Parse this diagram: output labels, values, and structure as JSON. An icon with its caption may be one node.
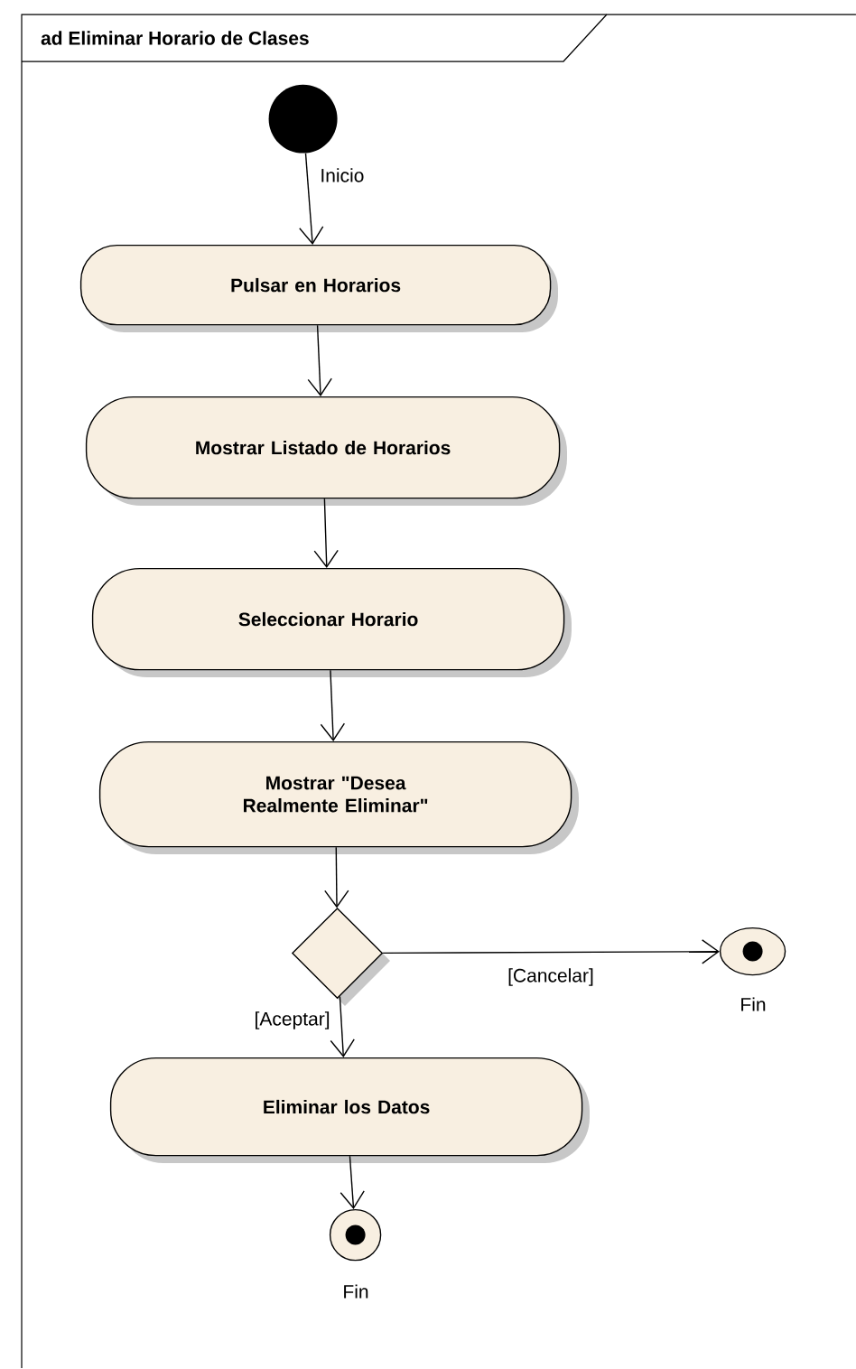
{
  "diagram": {
    "nodes": [
      {
        "text": [
          "ad Eliminar Horario de Clases"
        ]
      },
      {
        "text": [],
        "shape": "circle",
        "beside": [
          "Inicio"
        ],
        "in": 0
      },
      {
        "text": [
          "Pulsar en Horarios"
        ],
        "in": 0
      },
      {
        "text": [
          "Mostrar Listado de Horarios"
        ],
        "in": 0
      },
      {
        "text": [
          "Seleccionar Horario"
        ],
        "in": 0
      },
      {
        "text": [
          "Mostrar \"Desea Realmente Eliminar\""
        ],
        "in": 0
      },
      {
        "text": [],
        "shape": "diamond",
        "in": 0
      },
      {
        "text": [],
        "shape": "circle",
        "beside": [
          "Fin"
        ],
        "in": 0
      },
      {
        "text": [
          "Eliminar los Datos"
        ],
        "in": 0
      },
      {
        "text": [],
        "shape": "circle",
        "beside": [
          "Fin"
        ],
        "in": 0
      }
    ],
    "edges": [
      {
        "from": 1,
        "to": 2,
        "arrow": "to"
      },
      {
        "from": 2,
        "to": 3,
        "arrow": "to"
      },
      {
        "from": 3,
        "to": 4,
        "arrow": "to"
      },
      {
        "from": 4,
        "to": 5,
        "arrow": "to"
      },
      {
        "from": 5,
        "to": 6,
        "arrow": "to"
      },
      {
        "from": 6,
        "to": 7,
        "arrow": "to",
        "label": "[Cancelar]"
      },
      {
        "from": 6,
        "to": 8,
        "arrow": "to",
        "label": "[Aceptar]"
      },
      {
        "from": 8,
        "to": 9,
        "arrow": "to"
      }
    ]
  }
}
